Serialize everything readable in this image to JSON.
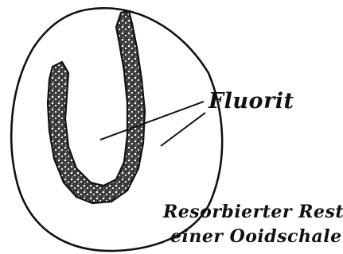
{
  "labels": {
    "fluorit": "Fluorit",
    "rest_line1": "Resorbierter Rest",
    "rest_line2": "einer Ooidschale"
  },
  "colors": {
    "ink": "#111111",
    "background": "#ffffff"
  }
}
